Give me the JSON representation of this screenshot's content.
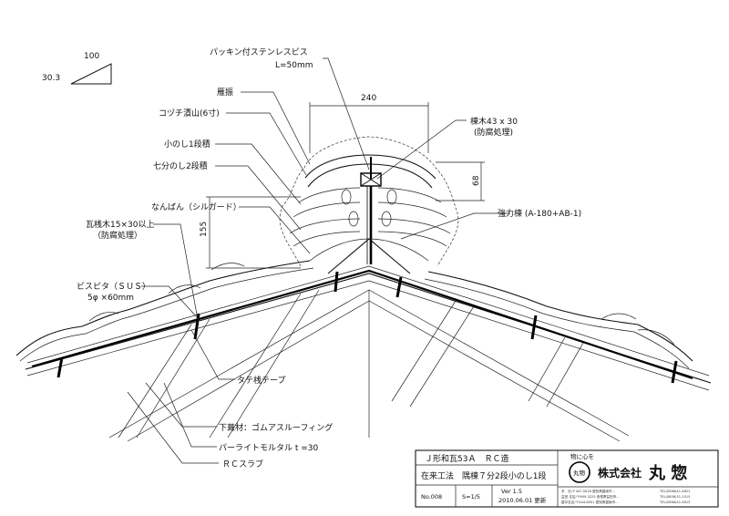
{
  "slope": {
    "run": "100",
    "rise": "30.3"
  },
  "labels": {
    "screw": "パッキン付ステンレスビス",
    "screw_len": "L=50mm",
    "ganburi": "雁振",
    "kozuchi": "コヅチ漬山(6寸)",
    "konoshi": "小のし1段積",
    "shichibu": "七分のし2段積",
    "nanban": "なんばん（シルガード）",
    "kawara_sankigi": "瓦桟木15×30以上",
    "kawara_sankigi_note": "（防腐処理）",
    "bisupita": "ビスピタ（ＳＵＳ）",
    "bisupita_size": "5φ ×60mm",
    "munagi": "棟木43 x 30",
    "munagi_note": "(防腐処理)",
    "kyoryokumune": "強力棟 (A-180+AB-1)",
    "tatesan": "タテ桟テープ",
    "shitabuki": "下葺材：ゴムアスルーフィング",
    "mortar": "パーライトモルタル t =30",
    "slab": "ＲＣスラブ"
  },
  "dimensions": {
    "width": "240",
    "height_right": "68",
    "height_left": "155"
  },
  "title_block": {
    "title1": "Ｊ形和瓦53Ａ　ＲＣ造",
    "title2": "在来工法　隅棟７分2段小のし1段",
    "number": "No.008",
    "scale": "S=1/5",
    "version": "Ver 1.5",
    "date": "2010.06.01 更新",
    "logo_tagline": "物に心を",
    "logo_char": "丸物",
    "company_prefix": "株式会社",
    "company_name": "丸 惣",
    "address_lines": [
      "本　社/〒447-0026 愛知県碧南市...",
      "益田 支店/〒699-3225 島根県益田市...",
      "碧中支店/〒444-8501 愛知県碧南市..."
    ],
    "tel_lines": [
      "TEL(0566)41-4821",
      "TEL(0856)31-1515",
      "TEL(0566)41-4613"
    ]
  }
}
